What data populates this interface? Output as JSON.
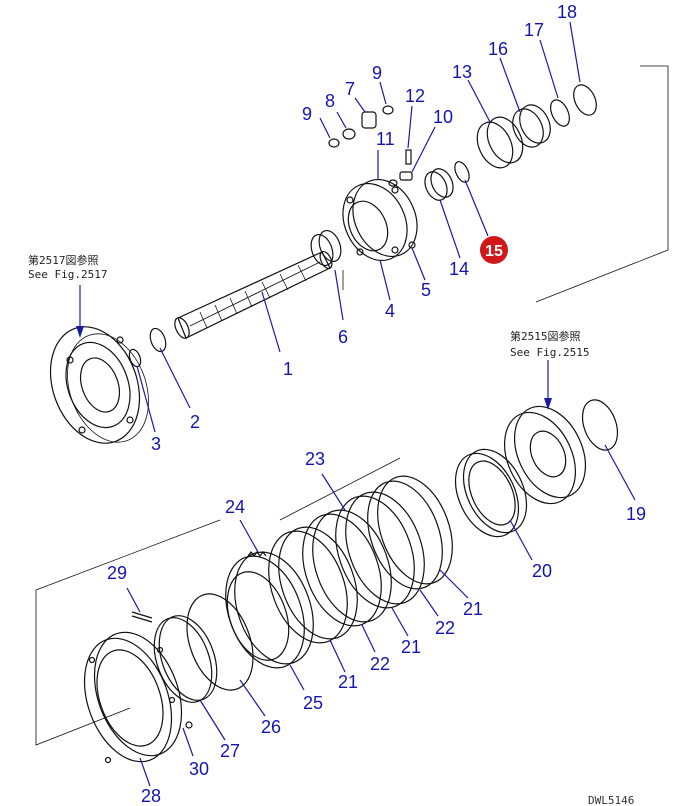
{
  "references": {
    "fig2517_jp": "第2517図参照",
    "fig2517_en": "See Fig.2517",
    "fig2515_jp": "第2515図参照",
    "fig2515_en": "See Fig.2515"
  },
  "drawing_code": "DWL5146",
  "highlight_color": "#d01818",
  "label_color": "#1414b4",
  "callouts": {
    "c1": "1",
    "c2": "2",
    "c3": "3",
    "c4": "4",
    "c5": "5",
    "c6": "6",
    "c7": "7",
    "c8": "8",
    "c9a": "9",
    "c9b": "9",
    "c10": "10",
    "c11": "11",
    "c12": "12",
    "c13": "13",
    "c14": "14",
    "c15": "15",
    "c16": "16",
    "c17": "17",
    "c18": "18",
    "c19": "19",
    "c20": "20",
    "c21a": "21",
    "c21b": "21",
    "c21c": "21",
    "c22a": "22",
    "c22b": "22",
    "c23": "23",
    "c24": "24",
    "c25": "25",
    "c26": "26",
    "c27": "27",
    "c28": "28",
    "c29": "29",
    "c30": "30"
  }
}
